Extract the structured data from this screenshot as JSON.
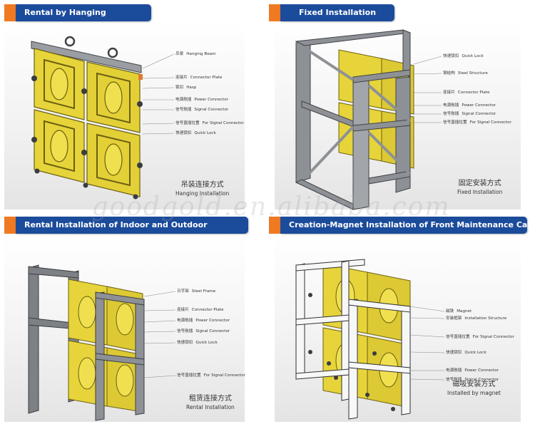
{
  "colors": {
    "accent": "#ef7a22",
    "header_bg": "#1b4b9b",
    "cabinet_yellow": "#e8d73a",
    "cabinet_dark": "#7a6e14",
    "steel": "#8d9196",
    "steel_dark": "#4a4d52",
    "frame_white": "#f7f7f7",
    "label_text": "#333333"
  },
  "watermark": "goodgold.en.alibaba.com",
  "panels": [
    {
      "header": "Rental by Hanging",
      "caption_cn": "吊装连接方式",
      "caption_en": "Hanging Installation",
      "labels": [
        {
          "cn": "吊梁",
          "en": "Hanging Beam"
        },
        {
          "cn": "连接片",
          "en": "Connector Plate"
        },
        {
          "cn": "锁扣",
          "en": "Hasp"
        },
        {
          "cn": "电源航插",
          "en": "Power Connector"
        },
        {
          "cn": "信号航插",
          "en": "Signal Connector"
        },
        {
          "cn": "信号直插拉置",
          "en": "For Signal Connector"
        },
        {
          "cn": "快速锁扣",
          "en": "Quick Lock"
        }
      ]
    },
    {
      "header": "Fixed Installation",
      "caption_cn": "固定安装方式",
      "caption_en": "Fixed Installation",
      "labels": [
        {
          "cn": "快速锁扣",
          "en": "Quick Lock"
        },
        {
          "cn": "钢结构",
          "en": "Steel Structure"
        },
        {
          "cn": "连接片",
          "en": "Connector Plate"
        },
        {
          "cn": "电源航插",
          "en": "Power Connector"
        },
        {
          "cn": "信号航插",
          "en": "Signal Connector"
        },
        {
          "cn": "信号直插拉置",
          "en": "For Signal Connector"
        }
      ]
    },
    {
      "header": "Rental Installation of Indoor and Outdoor",
      "caption_cn": "租赁连接方式",
      "caption_en": "Rental Installation",
      "labels": [
        {
          "cn": "日字架",
          "en": "Steel Frame"
        },
        {
          "cn": "连接片",
          "en": "Connector Plate"
        },
        {
          "cn": "电源航插",
          "en": "Power Connector"
        },
        {
          "cn": "信号航插",
          "en": "Signal Connector"
        },
        {
          "cn": "快速锁扣",
          "en": "Quick Lock"
        },
        {
          "cn": "信号直插拉置",
          "en": "For Signal Connector"
        }
      ]
    },
    {
      "header": "Creation-Magnet Installation of Front Maintenance Cabinet",
      "caption_cn": "磁吸安装方式",
      "caption_en": "Installed by magnet",
      "labels": [
        {
          "cn": "磁铁",
          "en": "Magnet"
        },
        {
          "cn": "安装框架",
          "en": "Installation Structure"
        },
        {
          "cn": "信号直插拉置",
          "en": "For Signal Connector"
        },
        {
          "cn": "快速锁扣",
          "en": "Quick Lock"
        },
        {
          "cn": "电源航插",
          "en": "Power Connector"
        },
        {
          "cn": "信号航插",
          "en": "Signal Connector"
        }
      ]
    }
  ]
}
